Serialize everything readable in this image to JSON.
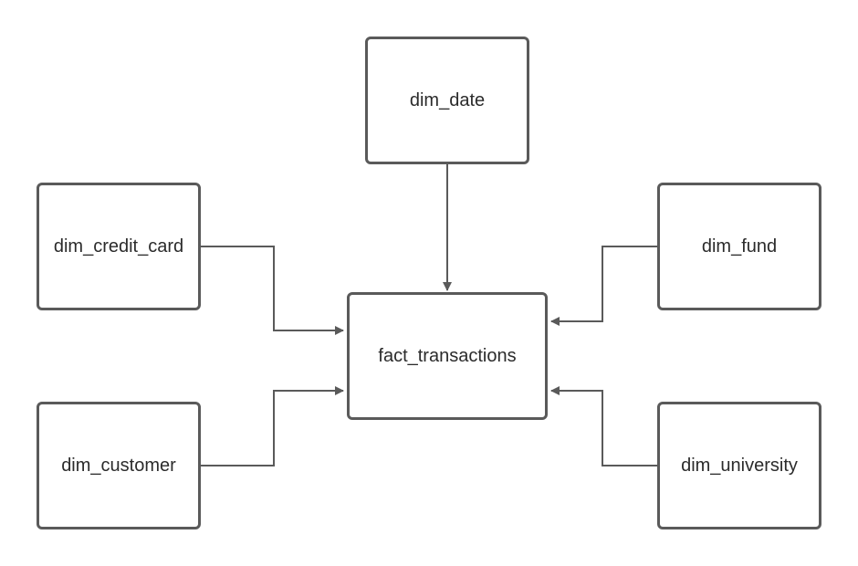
{
  "diagram": {
    "nodes": {
      "dim_date": "dim_date",
      "dim_credit_card": "dim_credit_card",
      "dim_fund": "dim_fund",
      "fact_transactions": "fact_transactions",
      "dim_customer": "dim_customer",
      "dim_university": "dim_university"
    },
    "edges": [
      {
        "from": "dim_date",
        "to": "fact_transactions"
      },
      {
        "from": "dim_credit_card",
        "to": "fact_transactions"
      },
      {
        "from": "dim_fund",
        "to": "fact_transactions"
      },
      {
        "from": "dim_customer",
        "to": "fact_transactions"
      },
      {
        "from": "dim_university",
        "to": "fact_transactions"
      }
    ],
    "colors": {
      "stroke": "#5a5a5a",
      "text": "#2b2b2b",
      "background": "#ffffff"
    }
  }
}
